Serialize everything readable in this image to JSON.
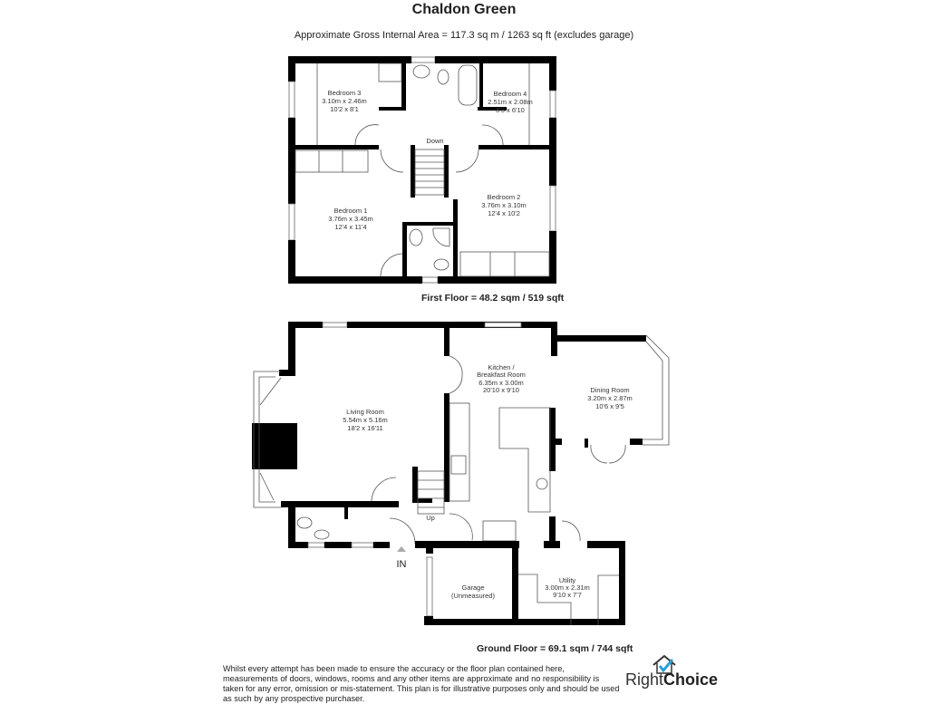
{
  "title": "Chaldon Green",
  "subtitle": "Approximate Gross Internal Area = 117.3 sq m / 1263  sq ft (excludes garage)",
  "first_floor": {
    "label": "First Floor = 48.2 sqm / 519 sqft",
    "stairs_label": "Down",
    "rooms": [
      {
        "name": "Bedroom 3",
        "metric": "3.10m x 2.46m",
        "imperial": "10'2 x 8'1"
      },
      {
        "name": "Bedroom 4",
        "metric": "2.51m x 2.08m",
        "imperial": "8'3 x 6'10"
      },
      {
        "name": "Bedroom 1",
        "metric": "3.76m x 3.45m",
        "imperial": "12'4 x 11'4"
      },
      {
        "name": "Bedroom 2",
        "metric": "3.76m x 3.10m",
        "imperial": "12'4 x 10'2"
      }
    ]
  },
  "ground_floor": {
    "label": "Ground Floor = 69.1 sqm / 744 sqft",
    "stairs_label": "Up",
    "entrance_label": "IN",
    "rooms": [
      {
        "name": "Living Room",
        "metric": "5.54m x 5.16m",
        "imperial": "18'2 x 16'11"
      },
      {
        "name": "Kitchen /",
        "name2": "Breakfast Room",
        "metric": "6.35m x 3.00m",
        "imperial": "20'10 x 9'10"
      },
      {
        "name": "Dining Room",
        "metric": "3.20m x 2.87m",
        "imperial": "10'6 x 9'5"
      },
      {
        "name": "Utility",
        "metric": "3.00m x 2.31m",
        "imperial": "9'10 x 7'7"
      },
      {
        "name": "Garage",
        "metric": "(Unmeasured)"
      }
    ]
  },
  "disclaimer": "Whilst every attempt has been made to ensure the accuracy or the floor plan contained here, measurements of doors, windows, rooms and any other items are approximate and no responsibility is taken for any error, omission or mis-statement. This plan is for illustrative purposes only and should be used as such by any prospective purchaser.",
  "logo": {
    "part1": "Right",
    "part2": "Choice",
    "accent": "#2a9fd8"
  }
}
